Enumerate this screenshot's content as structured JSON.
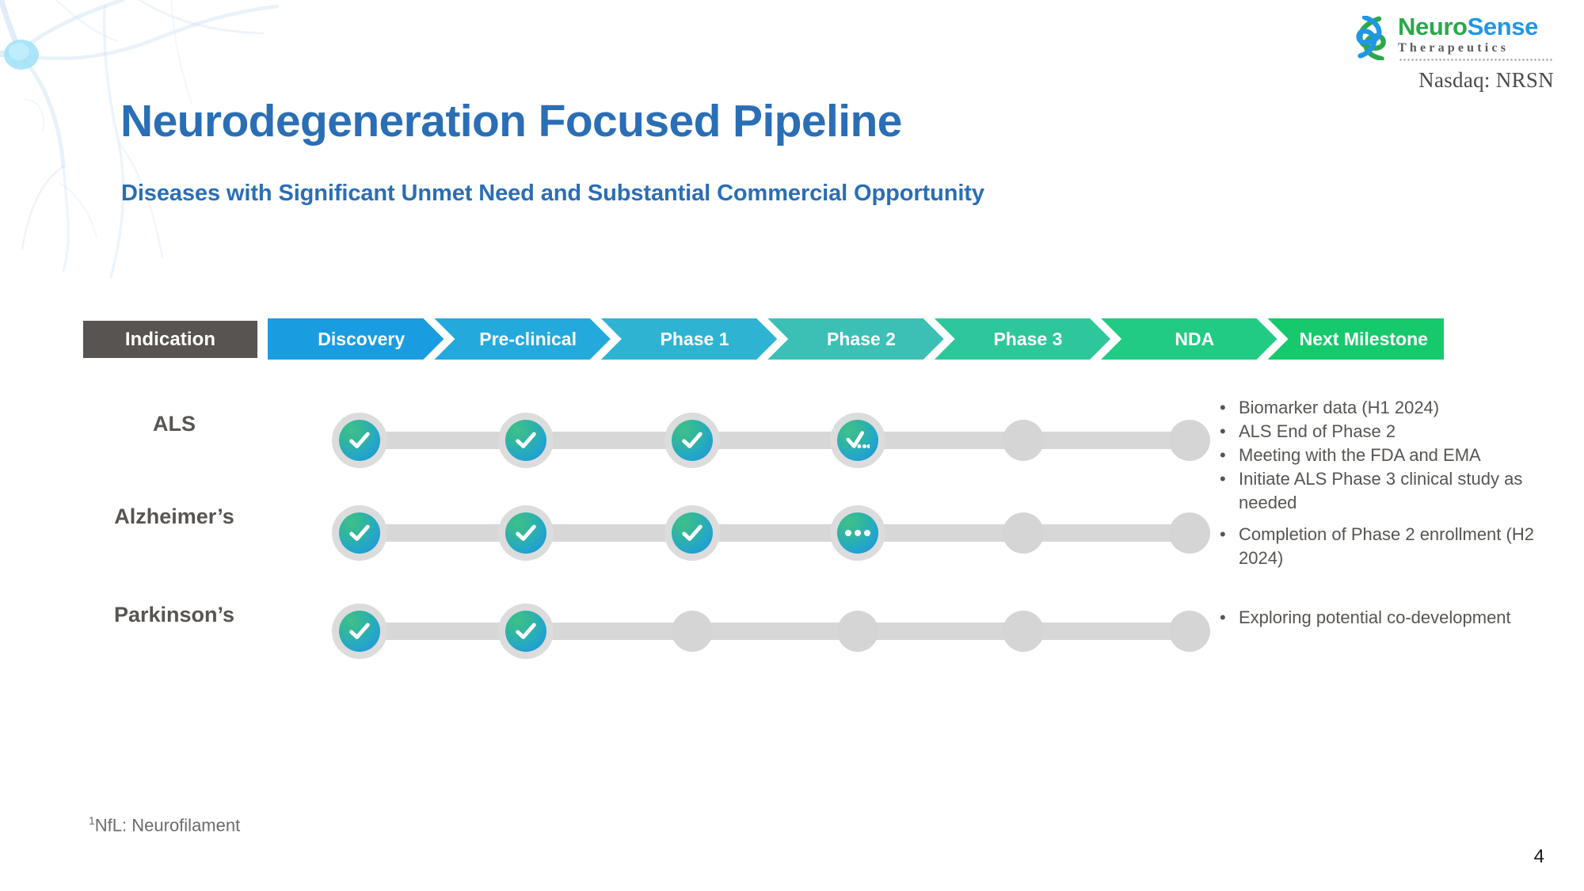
{
  "brand": {
    "logo_name_part1": "Neuro",
    "logo_name_part2": "Sense",
    "logo_subtitle": "Therapeutics",
    "ticker": "Nasdaq: NRSN",
    "logo_icon": "neurosense-swirl-logo",
    "green": "#2aa84a",
    "blue": "#2196e8"
  },
  "header": {
    "title": "Neurodegeneration Focused Pipeline",
    "subtitle": "Diseases with Significant Unmet Need and Substantial Commercial Opportunity",
    "title_color": "#2a6eb5"
  },
  "phase_bar": {
    "indication_label": "Indication",
    "indication_bg": "#575451",
    "stages": [
      {
        "label": "Discovery",
        "color": "#1a9de0"
      },
      {
        "label": "Pre-clinical",
        "color": "#24a9dd"
      },
      {
        "label": "Phase 1",
        "color": "#2eb4d2"
      },
      {
        "label": "Phase 2",
        "color": "#3cc0b6"
      },
      {
        "label": "Phase 3",
        "color": "#2ec79b"
      },
      {
        "label": "NDA",
        "color": "#22cb84"
      },
      {
        "label": "Next Milestone",
        "color": "#17c96d"
      }
    ]
  },
  "pipeline": {
    "rows": [
      {
        "indication": "ALS",
        "stages": [
          "complete",
          "complete",
          "complete",
          "in-progress-check",
          "empty",
          "empty"
        ],
        "milestones": [
          "Biomarker data (H1 2024)",
          "ALS End of Phase 2",
          "Meeting with the FDA and EMA",
          "Initiate ALS Phase 3 clinical study as needed"
        ]
      },
      {
        "indication": "Alzheimer’s",
        "stages": [
          "complete",
          "complete",
          "complete",
          "in-progress-dots",
          "empty",
          "empty"
        ],
        "milestones": [
          "Completion of Phase 2 enrollment (H2 2024)"
        ]
      },
      {
        "indication": "Parkinson’s",
        "stages": [
          "complete",
          "complete",
          "empty",
          "empty",
          "empty",
          "empty"
        ],
        "milestones": [
          "Exploring potential co-development"
        ]
      }
    ]
  },
  "footer": {
    "footnote_marker": "1",
    "footnote": "NfL: Neurofilament",
    "page_number": "4"
  }
}
